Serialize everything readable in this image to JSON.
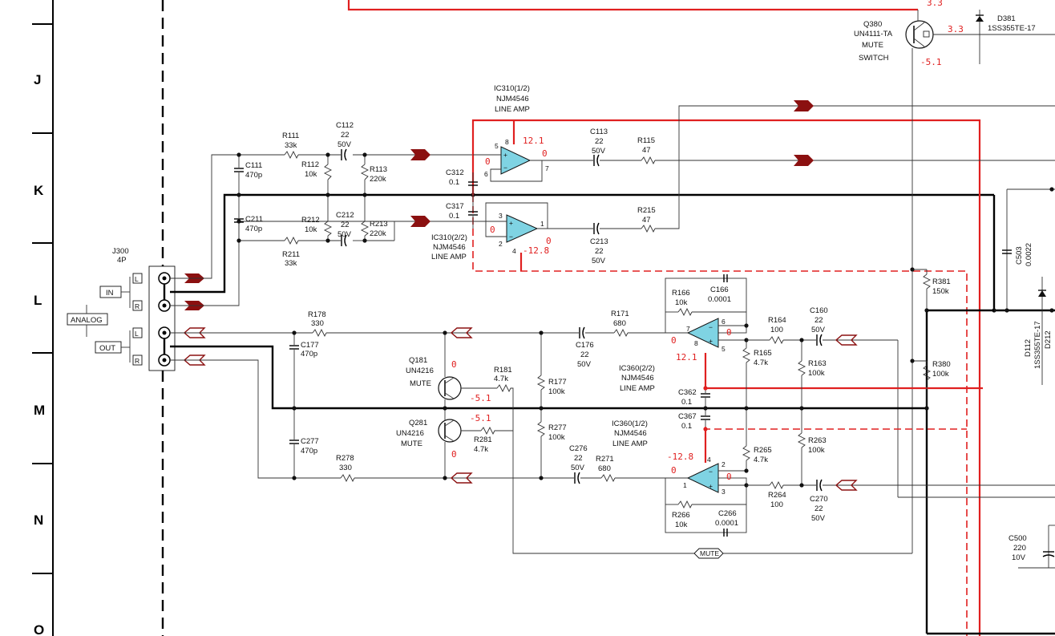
{
  "row_labels": [
    "J",
    "K",
    "L",
    "M",
    "N",
    "O"
  ],
  "connector": {
    "ref": "J300",
    "pins": "4P",
    "in_label": "IN",
    "out_label": "OUT",
    "analog_label": "ANALOG",
    "jack_labels": [
      "L",
      "R",
      "L",
      "R"
    ]
  },
  "ics": {
    "ic310a": {
      "name": "IC310(1/2)",
      "part": "NJM4546",
      "func": "LINE AMP",
      "pins": [
        "5",
        "8",
        "6",
        "7"
      ],
      "volt_top": "12.1",
      "volt_out": "0",
      "volt_in": "0"
    },
    "ic310b": {
      "name": "IC310(2/2)",
      "part": "NJM4546",
      "func": "LINE AMP",
      "pins": [
        "3",
        "2",
        "4",
        "1"
      ],
      "volt_bot": "-12.8",
      "volt_out": "0",
      "volt_in": "0"
    },
    "ic360b": {
      "name": "IC360(2/2)",
      "part": "NJM4546",
      "func": "LINE AMP",
      "pins": [
        "7",
        "6",
        "8",
        "5"
      ],
      "volt_bot": "12.1",
      "volt_a": "0",
      "volt_b": "0"
    },
    "ic360a": {
      "name": "IC360(1/2)",
      "part": "NJM4546",
      "func": "LINE AMP",
      "pins": [
        "4",
        "2",
        "1",
        "3"
      ],
      "volt_top": "-12.8",
      "volt_a": "0",
      "volt_b": "0"
    }
  },
  "transistors": {
    "q380": {
      "ref": "Q380",
      "part": "UN4111-TA",
      "func1": "MUTE",
      "func2": "SWITCH",
      "v1": "3.3",
      "v2": "3.3",
      "v3": "-5.1"
    },
    "q181": {
      "ref": "Q181",
      "part": "UN4216",
      "func": "MUTE",
      "v_top": "0",
      "v_side": "-5.1"
    },
    "q281": {
      "ref": "Q281",
      "part": "UN4216",
      "func": "MUTE",
      "v_bot": "0",
      "v_side": "-5.1"
    }
  },
  "diodes": {
    "d381": {
      "ref": "D381",
      "part": "1SS355TE-17"
    },
    "d112": {
      "ref": "D112",
      "part": "1SS355TE-17",
      "other": "D212"
    }
  },
  "resistors": {
    "r111": [
      "R111",
      "33k"
    ],
    "r112": [
      "R112",
      "10k"
    ],
    "r113": [
      "R113",
      "220k"
    ],
    "r115": [
      "R115",
      "47"
    ],
    "r211": [
      "R211",
      "33k"
    ],
    "r212": [
      "R212",
      "10k"
    ],
    "r213": [
      "R213",
      "220k"
    ],
    "r215": [
      "R215",
      "47"
    ],
    "r178": [
      "R178",
      "330"
    ],
    "r171": [
      "R171",
      "680"
    ],
    "r166": [
      "R166",
      "10k"
    ],
    "r164": [
      "R164",
      "100"
    ],
    "r165": [
      "R165",
      "4.7k"
    ],
    "r163": [
      "R163",
      "100k"
    ],
    "r181": [
      "R181",
      "4.7k"
    ],
    "r177": [
      "R177",
      "100k"
    ],
    "r277": [
      "R277",
      "100k"
    ],
    "r281": [
      "R281",
      "4.7k"
    ],
    "r278": [
      "R278",
      "330"
    ],
    "r271": [
      "R271",
      "680"
    ],
    "r265": [
      "R265",
      "4.7k"
    ],
    "r263": [
      "R263",
      "100k"
    ],
    "r264": [
      "R264",
      "100"
    ],
    "r266": [
      "R266",
      "10k"
    ],
    "r381": [
      "R381",
      "150k"
    ],
    "r380": [
      "R380",
      "100k"
    ]
  },
  "capacitors": {
    "c111": [
      "C111",
      "470p"
    ],
    "c112": [
      "C112",
      "22",
      "50V"
    ],
    "c113": [
      "C113",
      "22",
      "50V"
    ],
    "c312": [
      "C312",
      "0.1"
    ],
    "c317": [
      "C317",
      "0.1"
    ],
    "c211": [
      "C211",
      "470p"
    ],
    "c212": [
      "C212",
      "22",
      "50V"
    ],
    "c213": [
      "C213",
      "22",
      "50V"
    ],
    "c177": [
      "C177",
      "470p"
    ],
    "c176": [
      "C176",
      "22",
      "50V"
    ],
    "c166": [
      "C166",
      "0.0001"
    ],
    "c160": [
      "C160",
      "22",
      "50V"
    ],
    "c362": [
      "C362",
      "0.1"
    ],
    "c367": [
      "C367",
      "0.1"
    ],
    "c277": [
      "C277",
      "470p"
    ],
    "c276": [
      "C276",
      "22",
      "50V"
    ],
    "c266": [
      "C266",
      "0.0001"
    ],
    "c270": [
      "C270",
      "22",
      "50V"
    ],
    "c503": [
      "C503",
      "0.0022"
    ],
    "c500": [
      "C500",
      "220",
      "10V"
    ]
  },
  "top_volt": "3.3",
  "mute_label": "MUTE"
}
